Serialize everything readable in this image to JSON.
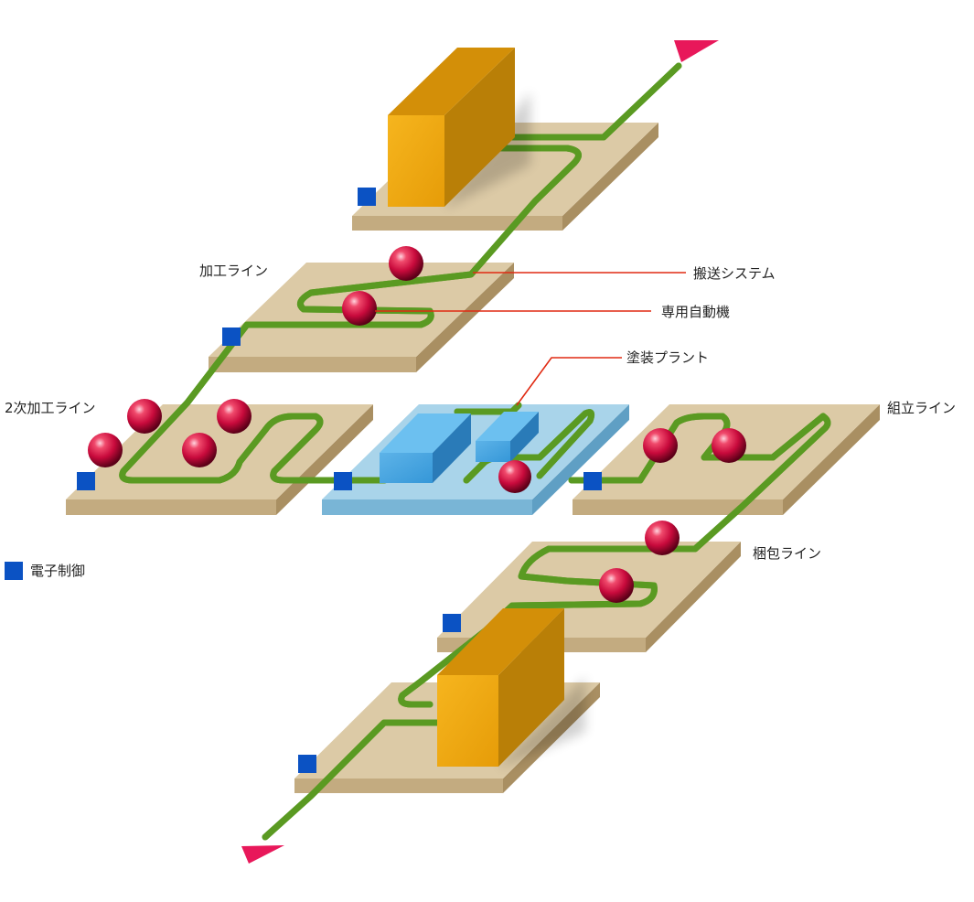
{
  "labels": {
    "kako_line": "加工ライン",
    "hanso_system": "搬送システム",
    "senyo_jidoki": "専用自動機",
    "tosou_plant": "塗装プラント",
    "niji_kako_line": "2次加工ライン",
    "kumitate_line": "組立ライン",
    "konpo_line": "梱包ライン"
  },
  "legend": {
    "label": "電子制御",
    "icon": "blue-square-icon"
  },
  "colors": {
    "platform_top": "#dccaa6",
    "platform_front": "#c3ab80",
    "platform_side": "#a98f62",
    "paint_top": "#a9d4ea",
    "paint_front": "#79b5d6",
    "machine_front": "#f1aa10",
    "machine_side": "#b97f07",
    "machine_top": "#d38f08",
    "conveyor": "#6fb232",
    "conveyor_core": "#d8efae",
    "sphere": "#c80a3c",
    "control_box": "#0b52c3",
    "callout_line": "#e02a12",
    "arrow": "#e8185a"
  }
}
